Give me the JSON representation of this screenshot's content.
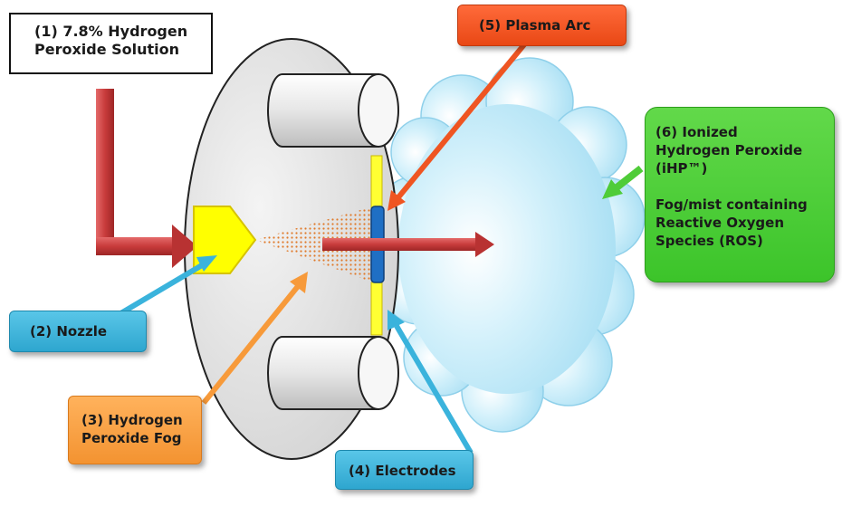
{
  "labels": {
    "solution": {
      "line1": "(1) 7.8% Hydrogen",
      "line2": "Peroxide Solution"
    },
    "nozzle": "(2) Nozzle",
    "fog": {
      "line1": "(3) Hydrogen",
      "line2": "Peroxide Fog"
    },
    "electrodes": "(4) Electrodes",
    "arc": "(5) Plasma Arc",
    "ionized": {
      "line1": "(6) Ionized",
      "line2": "Hydrogen Peroxide",
      "line3": "(iHP™)",
      "line4": "Fog/mist containing",
      "line5": "Reactive Oxygen",
      "line6": "Species (ROS)"
    }
  },
  "colors": {
    "feed_arrow": "#c83b3b",
    "nozzle": "#ffff00",
    "fog_particles": "#e07a2b",
    "electrode": "#ffff33",
    "arc_bar": "#1f6fc4",
    "cloud": "#bfe9f8",
    "callout_blue": "#3ab3dc",
    "callout_orange": "#f79a3a",
    "callout_red": "#ef5522",
    "callout_green": "#4fcc38"
  }
}
